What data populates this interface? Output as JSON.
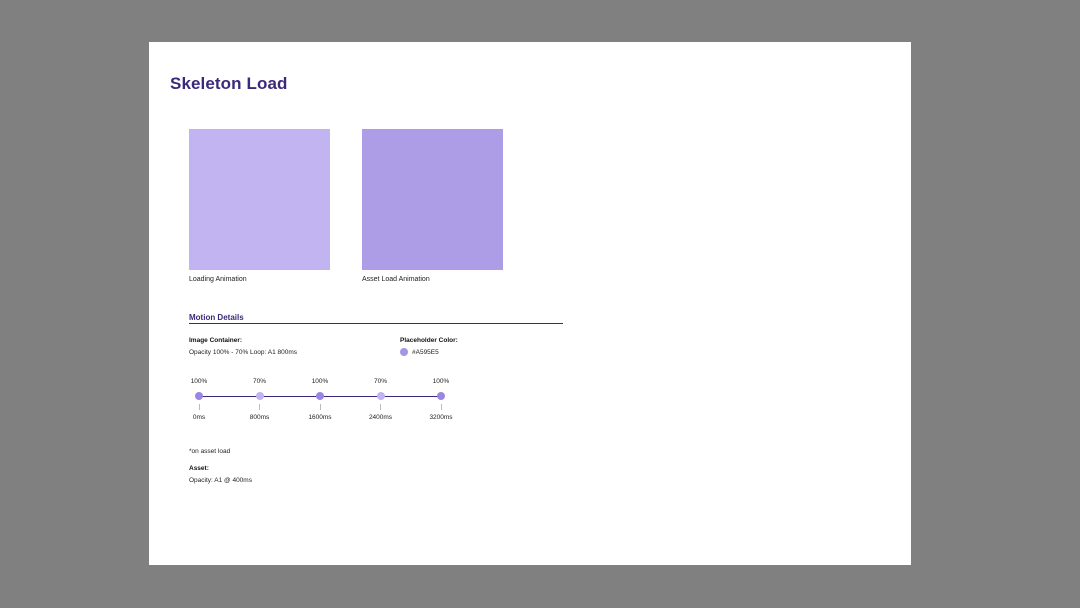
{
  "page": {
    "title": "Skeleton Load"
  },
  "previews": [
    {
      "caption": "Loading Animation",
      "color": "#C1B4F1"
    },
    {
      "caption": "Asset Load Animation",
      "color": "#AD9DE6"
    }
  ],
  "motion": {
    "heading": "Motion Details",
    "image_container": {
      "label": "Image Container:",
      "value": "Opacity 100% - 70% Loop: A1 800ms"
    },
    "placeholder": {
      "label": "Placeholder Color:",
      "swatch_color": "#A595E5",
      "value": "#A595E5"
    },
    "timeline": [
      {
        "opacity": "100%",
        "time": "0ms"
      },
      {
        "opacity": "70%",
        "time": "800ms"
      },
      {
        "opacity": "100%",
        "time": "1600ms"
      },
      {
        "opacity": "70%",
        "time": "2400ms"
      },
      {
        "opacity": "100%",
        "time": "3200ms"
      }
    ],
    "note": "*on asset load",
    "asset": {
      "label": "Asset:",
      "value": "Opacity: A1 @ 400ms"
    }
  }
}
